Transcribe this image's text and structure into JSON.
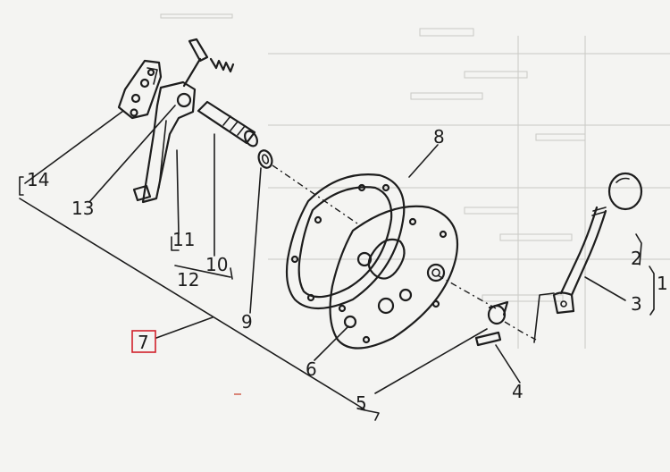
{
  "callouts": {
    "c1": "1",
    "c2": "2",
    "c3": "3",
    "c4": "4",
    "c5": "5",
    "c6": "6",
    "c7": "7",
    "c8": "8",
    "c9": "9",
    "c10": "10",
    "c11": "11",
    "c12": "12",
    "c13": "13",
    "c14": "14"
  },
  "selected_callout": "7",
  "colors": {
    "ink": "#1d1d1d",
    "paper": "#f4f4f2",
    "selection": "#d0202a"
  },
  "parts": [
    "pivot-plate-icon",
    "lever-arm-icon",
    "shaft-sleeve-icon",
    "spring-pin-icon",
    "washer-icon",
    "gasket-icon",
    "cover-plate-icon",
    "pin-icon",
    "cotter-clip-icon",
    "gear-lever-icon",
    "knob-icon"
  ]
}
